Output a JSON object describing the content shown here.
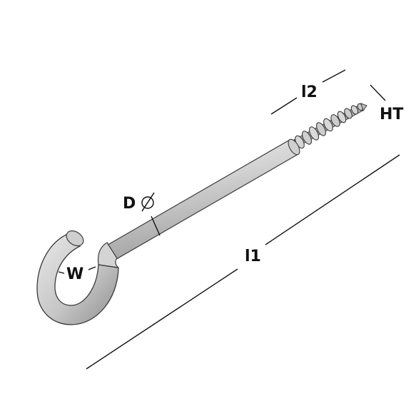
{
  "diagram": {
    "part": "screw-hook",
    "labels": {
      "l1": "l1",
      "l2": "l2",
      "ht": "HT",
      "d": "D",
      "w": "W"
    },
    "colors": {
      "metal_light": "#dcdcdc",
      "metal_mid": "#bdbdbd",
      "metal_dark": "#8a8a8a",
      "outline": "#3a3a3a",
      "dimension_line": "#111111",
      "background": "#ffffff"
    },
    "icons": {
      "diameter": "diameter-symbol-icon"
    }
  }
}
